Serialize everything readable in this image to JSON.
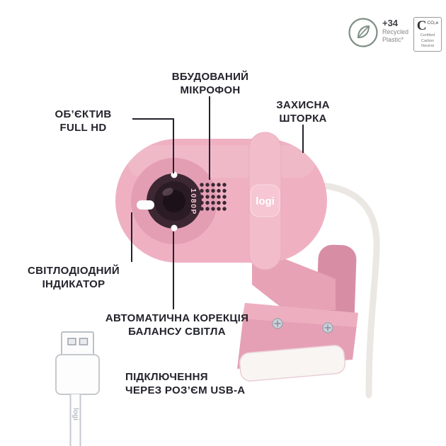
{
  "badges": {
    "recycled": {
      "value": "+34",
      "label_line1": "Recycled",
      "label_line2": "Plastic*"
    },
    "carbon": {
      "letter": "C",
      "unit": "CO₂e",
      "caption_line1": "Certified",
      "caption_line2": "Carbon Neutral"
    }
  },
  "callouts": {
    "microphone": {
      "line1": "ВБУДОВАНИЙ",
      "line2": "МІКРОФОН"
    },
    "shutter": {
      "line1": "ЗАХИСНА",
      "line2": "ШТОРКА"
    },
    "lens": {
      "line1": "ОБ’ЄКТИВ",
      "line2": "FULL HD"
    },
    "led": {
      "line1": "СВІТЛОДІОДНИЙ",
      "line2": "ІНДИКАТОР"
    },
    "white_balance": {
      "line1": "АВТОМАТИЧНА КОРЕКЦІЯ",
      "line2": "БАЛАНСУ СВІТЛА"
    },
    "usb": {
      "line1": "ПІДКЛЮЧЕННЯ",
      "line2": "ЧЕРЕЗ РОЗ’ЄМ USB-A"
    }
  },
  "webcam": {
    "brand_logo": "logi",
    "resolution_label": "1080P",
    "cable_logo": "logi"
  },
  "colors": {
    "body_pink": "#efb1c2",
    "housing_pink": "#e49eb3",
    "shutter_pink": "#f3bcca",
    "mount_pink": "#e5a0b5",
    "label_text": "#23232c",
    "cable_white": "#ebe8e3"
  }
}
